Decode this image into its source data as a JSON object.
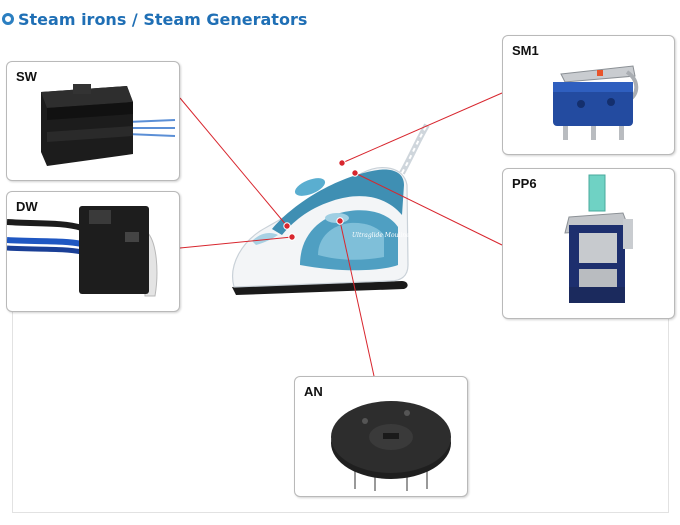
{
  "header": {
    "title": "Steam irons / Steam Generators"
  },
  "components": [
    {
      "id": "sw",
      "label": "SW"
    },
    {
      "id": "dw",
      "label": "DW"
    },
    {
      "id": "sm1",
      "label": "SM1"
    },
    {
      "id": "pp6",
      "label": "PP6"
    },
    {
      "id": "an",
      "label": "AN"
    }
  ],
  "iron": {
    "brand_text": "Ultraglide Moulinex"
  },
  "colors": {
    "title": "#1f6fb5",
    "bullet": "#2b7fc1",
    "leader": "#d8262e",
    "marker": "#d8262e"
  }
}
